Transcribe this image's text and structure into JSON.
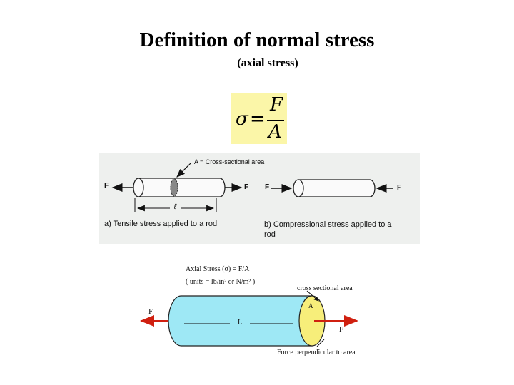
{
  "title": "Definition of normal stress",
  "subtitle": "(axial stress)",
  "formula": {
    "lhs": "σ",
    "equals": "=",
    "numerator": "F",
    "denominator": "A"
  },
  "figure1": {
    "area_label": "A = Cross-sectional area",
    "force_label": "F",
    "length_label": "ℓ",
    "caption_a": "a) Tensile stress applied to a rod",
    "caption_b_line1": "b) Compressional stress applied to a",
    "caption_b_line2": "rod"
  },
  "figure2": {
    "axial_stress_text": "Axial Stress (σ) = F/A",
    "units_text": "( units = lb/in² or N/m² )",
    "cross_section_label": "cross sectional area",
    "area_label": "A",
    "force_left": "F",
    "force_right": "F",
    "length_label": "L",
    "perpendicular_label": "Force perpendicular to area"
  },
  "colors": {
    "formula_bg": "#fbf6a8",
    "rod_fill": "#9ee8f5",
    "rod_end_fill": "#f7ee7a",
    "arrow_red": "#d02010",
    "panel_bg": "#eef0ee"
  }
}
